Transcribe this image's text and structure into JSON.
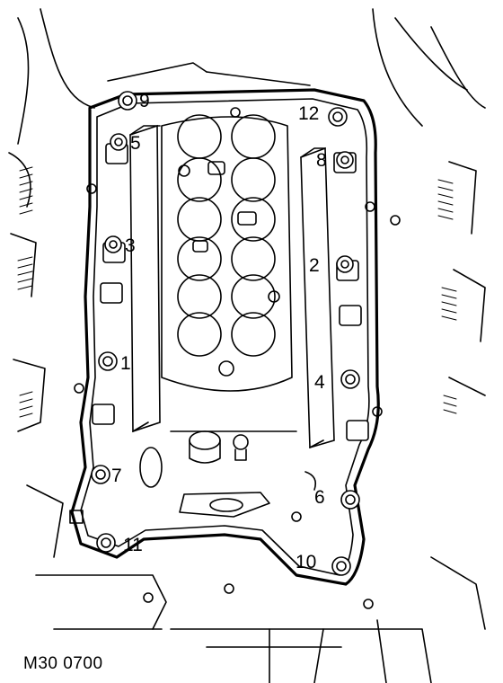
{
  "diagram": {
    "reference": "M30 0700",
    "bolt_labels": [
      "1",
      "2",
      "3",
      "4",
      "5",
      "6",
      "7",
      "8",
      "9",
      "10",
      "11",
      "12"
    ]
  }
}
